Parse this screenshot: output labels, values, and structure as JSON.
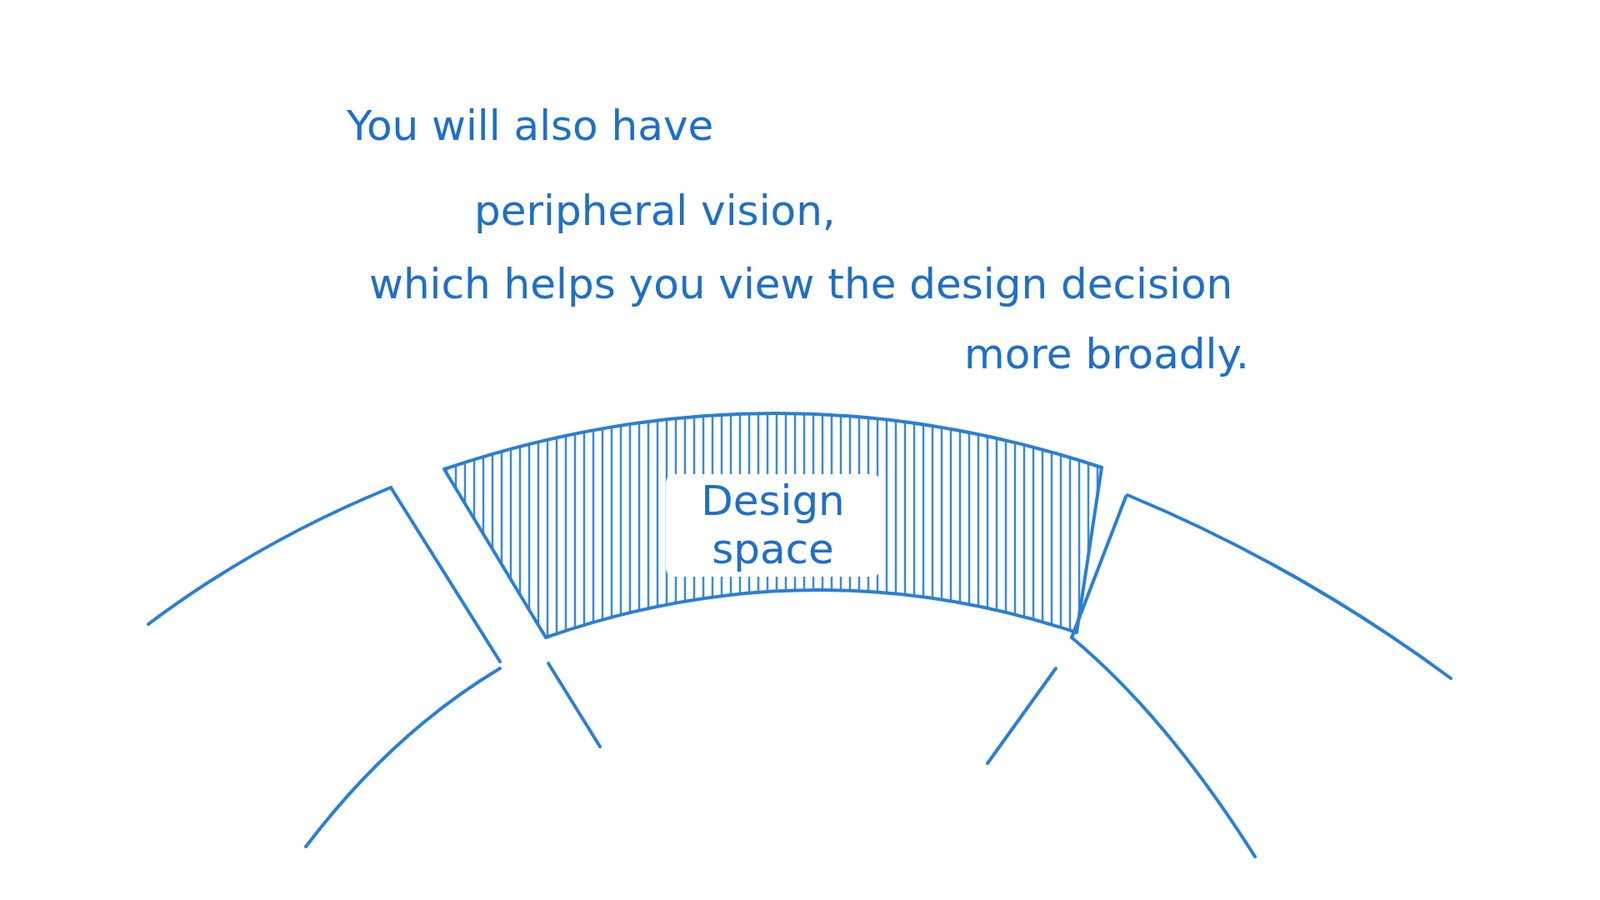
{
  "diagram": {
    "nodes": [
      {
        "text": [
          "Design space"
        ]
      }
    ],
    "labels": [
      "You will also have",
      "peripheral vision,",
      "which helps you view the design decision",
      "more broadly."
    ]
  }
}
